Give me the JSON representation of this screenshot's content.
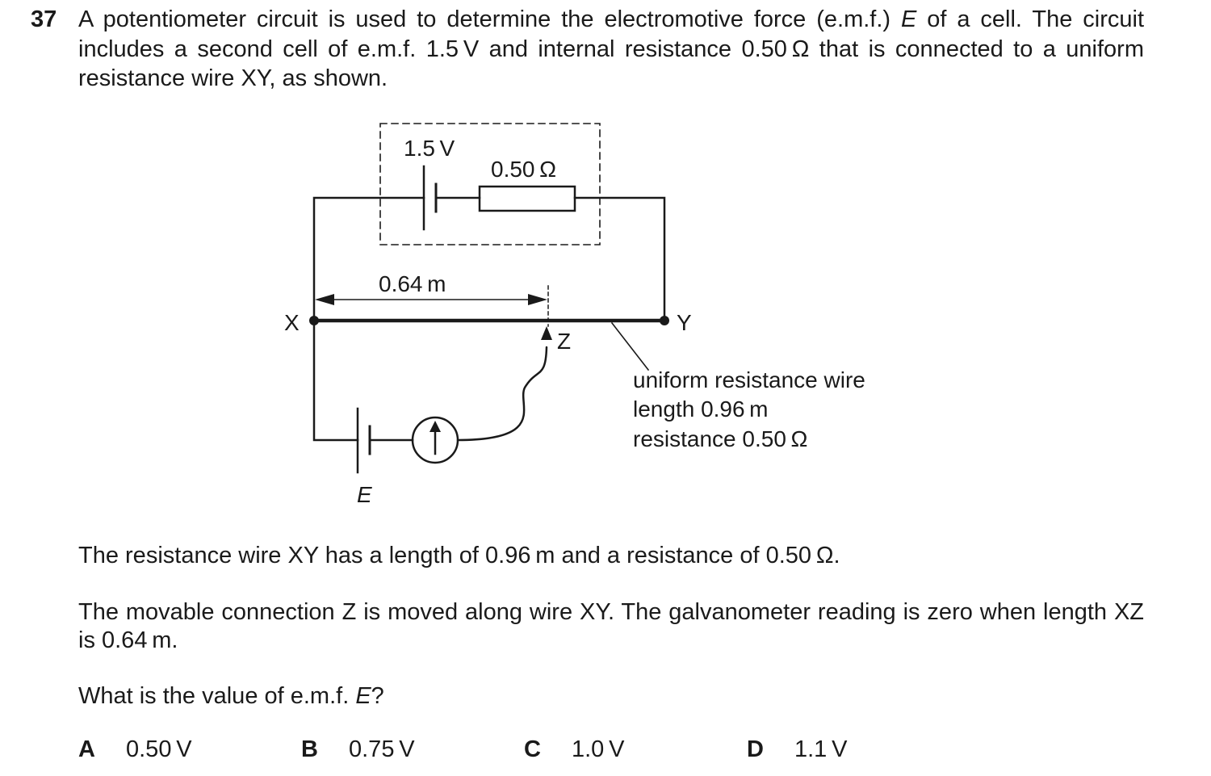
{
  "question": {
    "number": "37",
    "intro_part1": "A potentiometer circuit is used to determine the electromotive force (e.m.f.) ",
    "intro_E": "E",
    "intro_part2": " of a cell. The circuit includes a second cell of e.m.f. 1.5 V and internal resistance 0.50 Ω that is connected to a uniform resistance wire XY, as shown.",
    "paragraph_wire": "The resistance wire XY has a length of 0.96 m and a resistance of 0.50 Ω.",
    "paragraph_movable": "The movable connection Z is moved along wire XY. The galvanometer reading is zero when length XZ is 0.64 m.",
    "prompt_part1": "What is the value of e.m.f. ",
    "prompt_E": "E",
    "prompt_part2": "?"
  },
  "diagram": {
    "cell_label": "1.5 V",
    "internal_resistor_label": "0.50 Ω",
    "length_label": "0.64 m",
    "point_x": "X",
    "point_y": "Y",
    "point_z": "Z",
    "cell_e_label": "E",
    "wire_note_line1": "uniform resistance wire",
    "wire_note_line2": "length 0.96 m",
    "wire_note_line3": "resistance 0.50 Ω"
  },
  "options": [
    {
      "letter": "A",
      "value": "0.50 V"
    },
    {
      "letter": "B",
      "value": "0.75 V"
    },
    {
      "letter": "C",
      "value": "1.0 V"
    },
    {
      "letter": "D",
      "value": "1.1 V"
    }
  ]
}
